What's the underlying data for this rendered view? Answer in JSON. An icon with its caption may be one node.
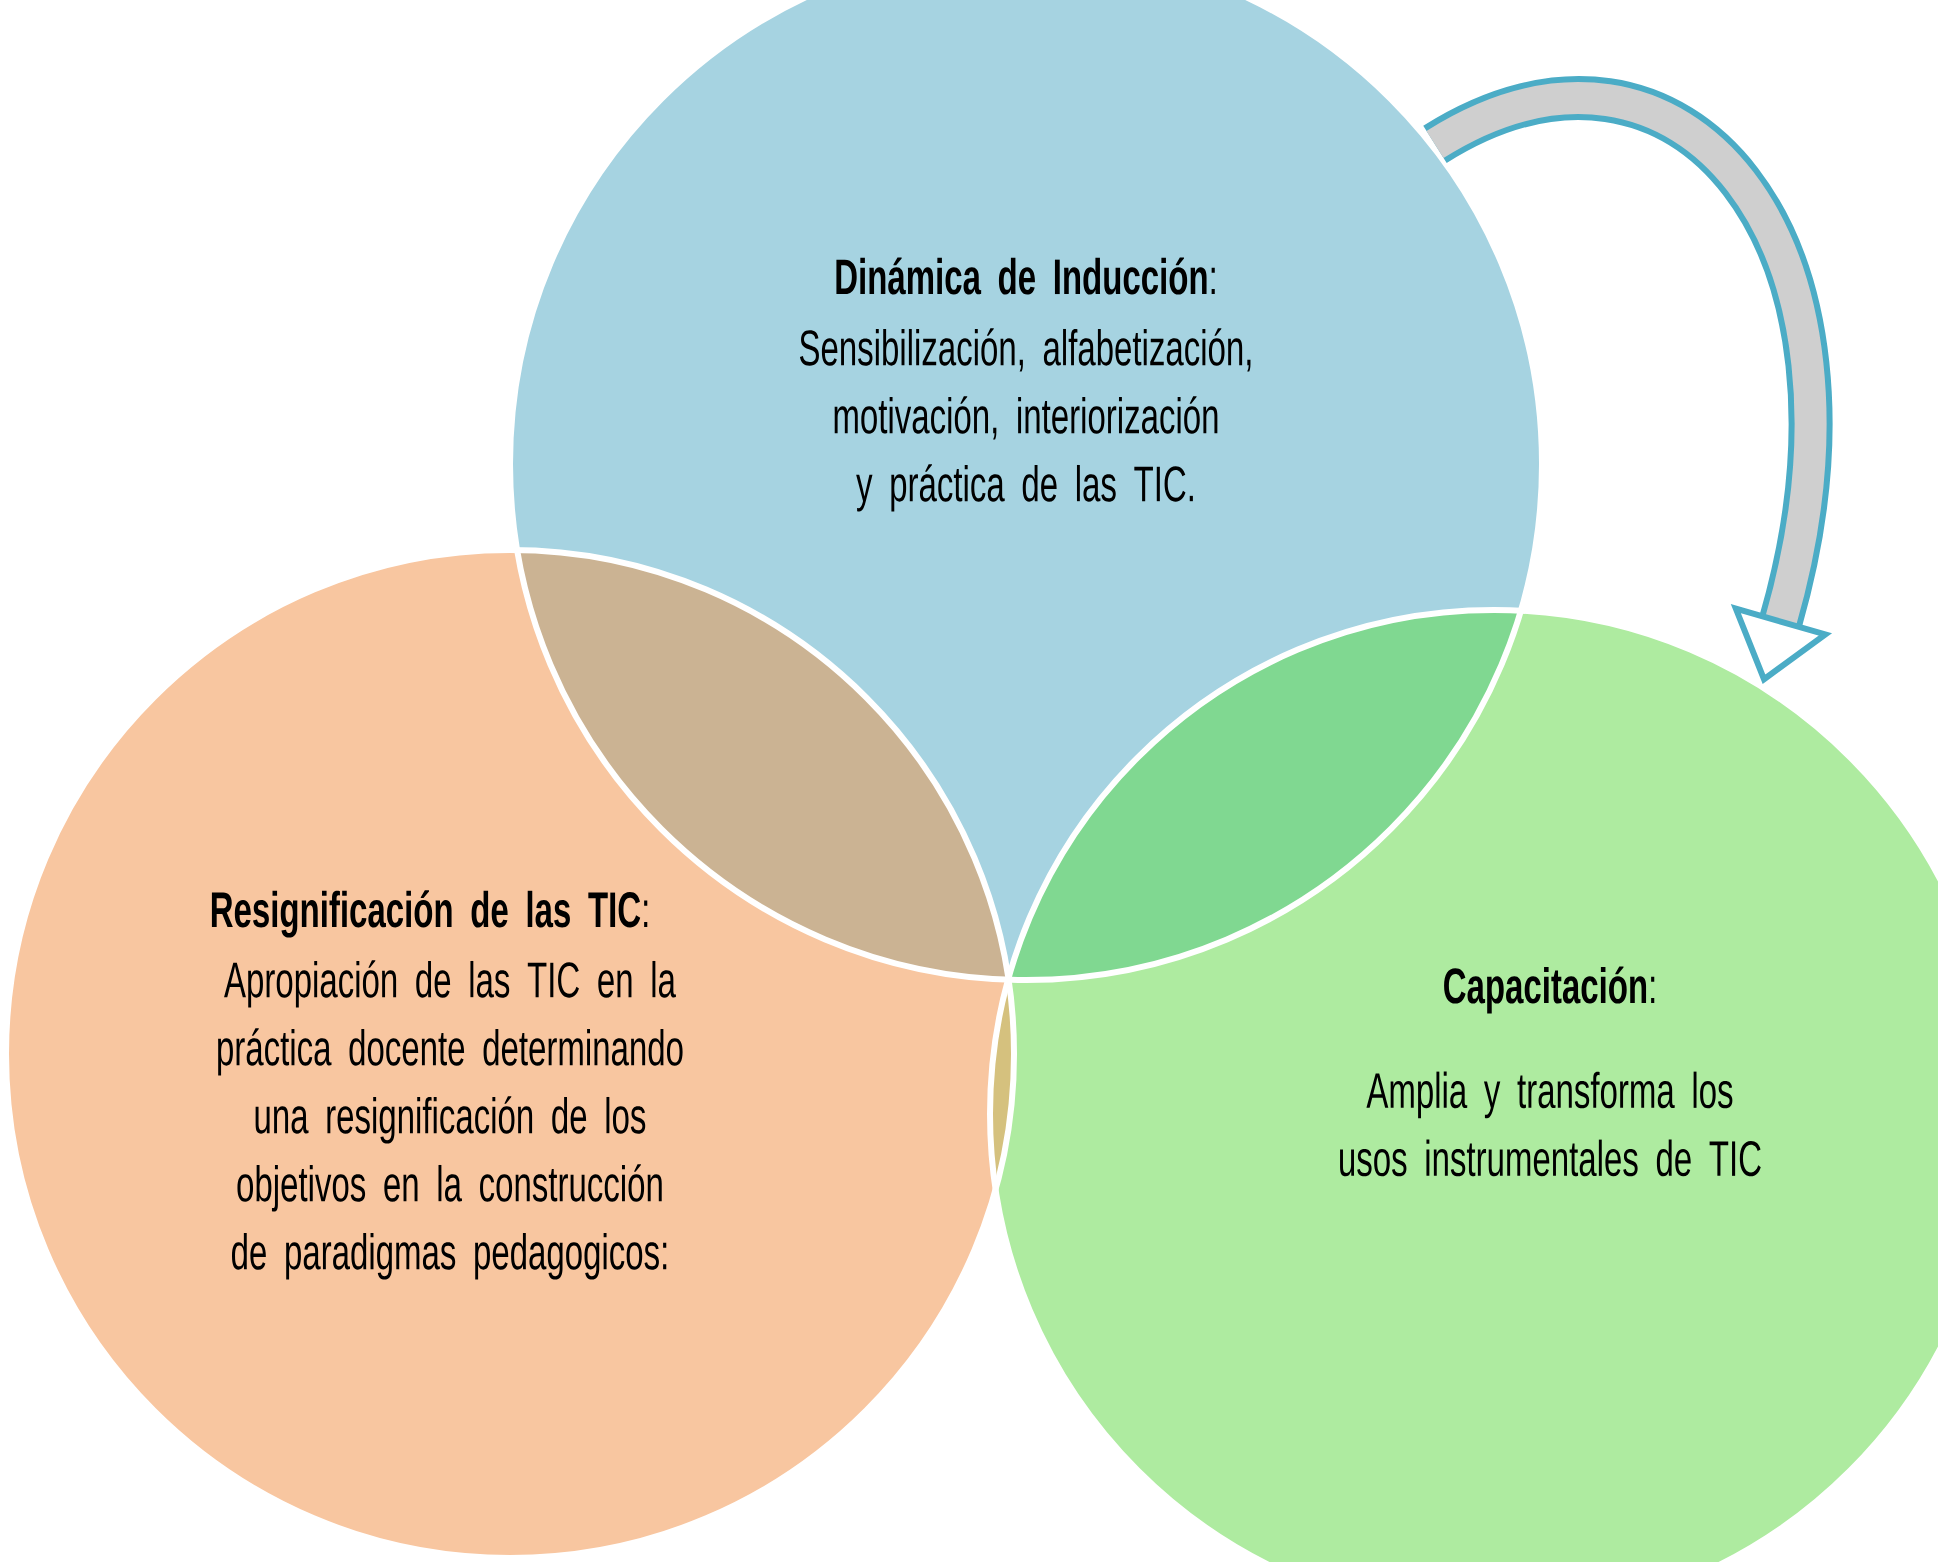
{
  "diagram": {
    "nodes": [
      {
        "text": [
          "**Dinámica de Inducción**:",
          "Sensibilización, alfabetización, motivación, interiorización y práctica de las TIC."
        ]
      },
      {
        "text": [
          "**Resignificación de las TIC**:",
          "Apropiación de las TIC en la práctica docente determinando una resignificación de los objetivos en la construcción de paradigmas pedagogicos:"
        ]
      },
      {
        "text": [
          "**Capacitación**:",
          "Amplia y transforma los usos instrumentales de TIC"
        ]
      }
    ],
    "edges": [
      {
        "from": 0,
        "to": 2,
        "arrow": "to"
      }
    ]
  }
}
